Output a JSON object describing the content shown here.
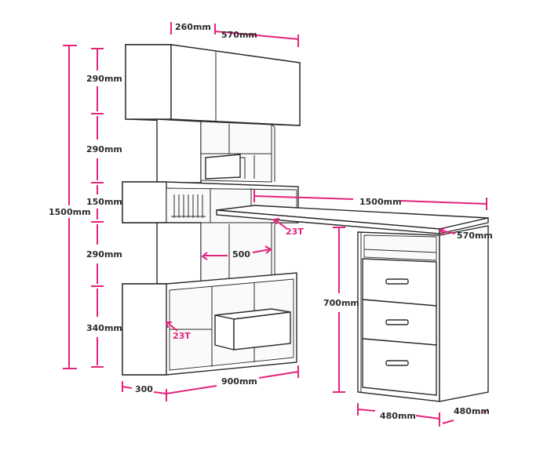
{
  "diagram": {
    "labels": {
      "top_depth": "260mm",
      "top_width": "570mm",
      "h_290_a": "290mm",
      "h_290_b": "290mm",
      "h_150": "150mm",
      "h_290_c": "290mm",
      "h_340": "340mm",
      "total_height": "1500mm",
      "inner_width": "500",
      "base_depth": "300",
      "base_width": "900mm",
      "desk_length": "1500mm",
      "desk_depth": "570mm",
      "desk_height": "700mm",
      "thickness_desk": "23T",
      "thickness_shelf": "23T",
      "pedestal_width": "480mm",
      "pedestal_depth": "480mm"
    },
    "colors": {
      "dimension": "#e4237d",
      "outline": "#2b2b2b"
    }
  }
}
